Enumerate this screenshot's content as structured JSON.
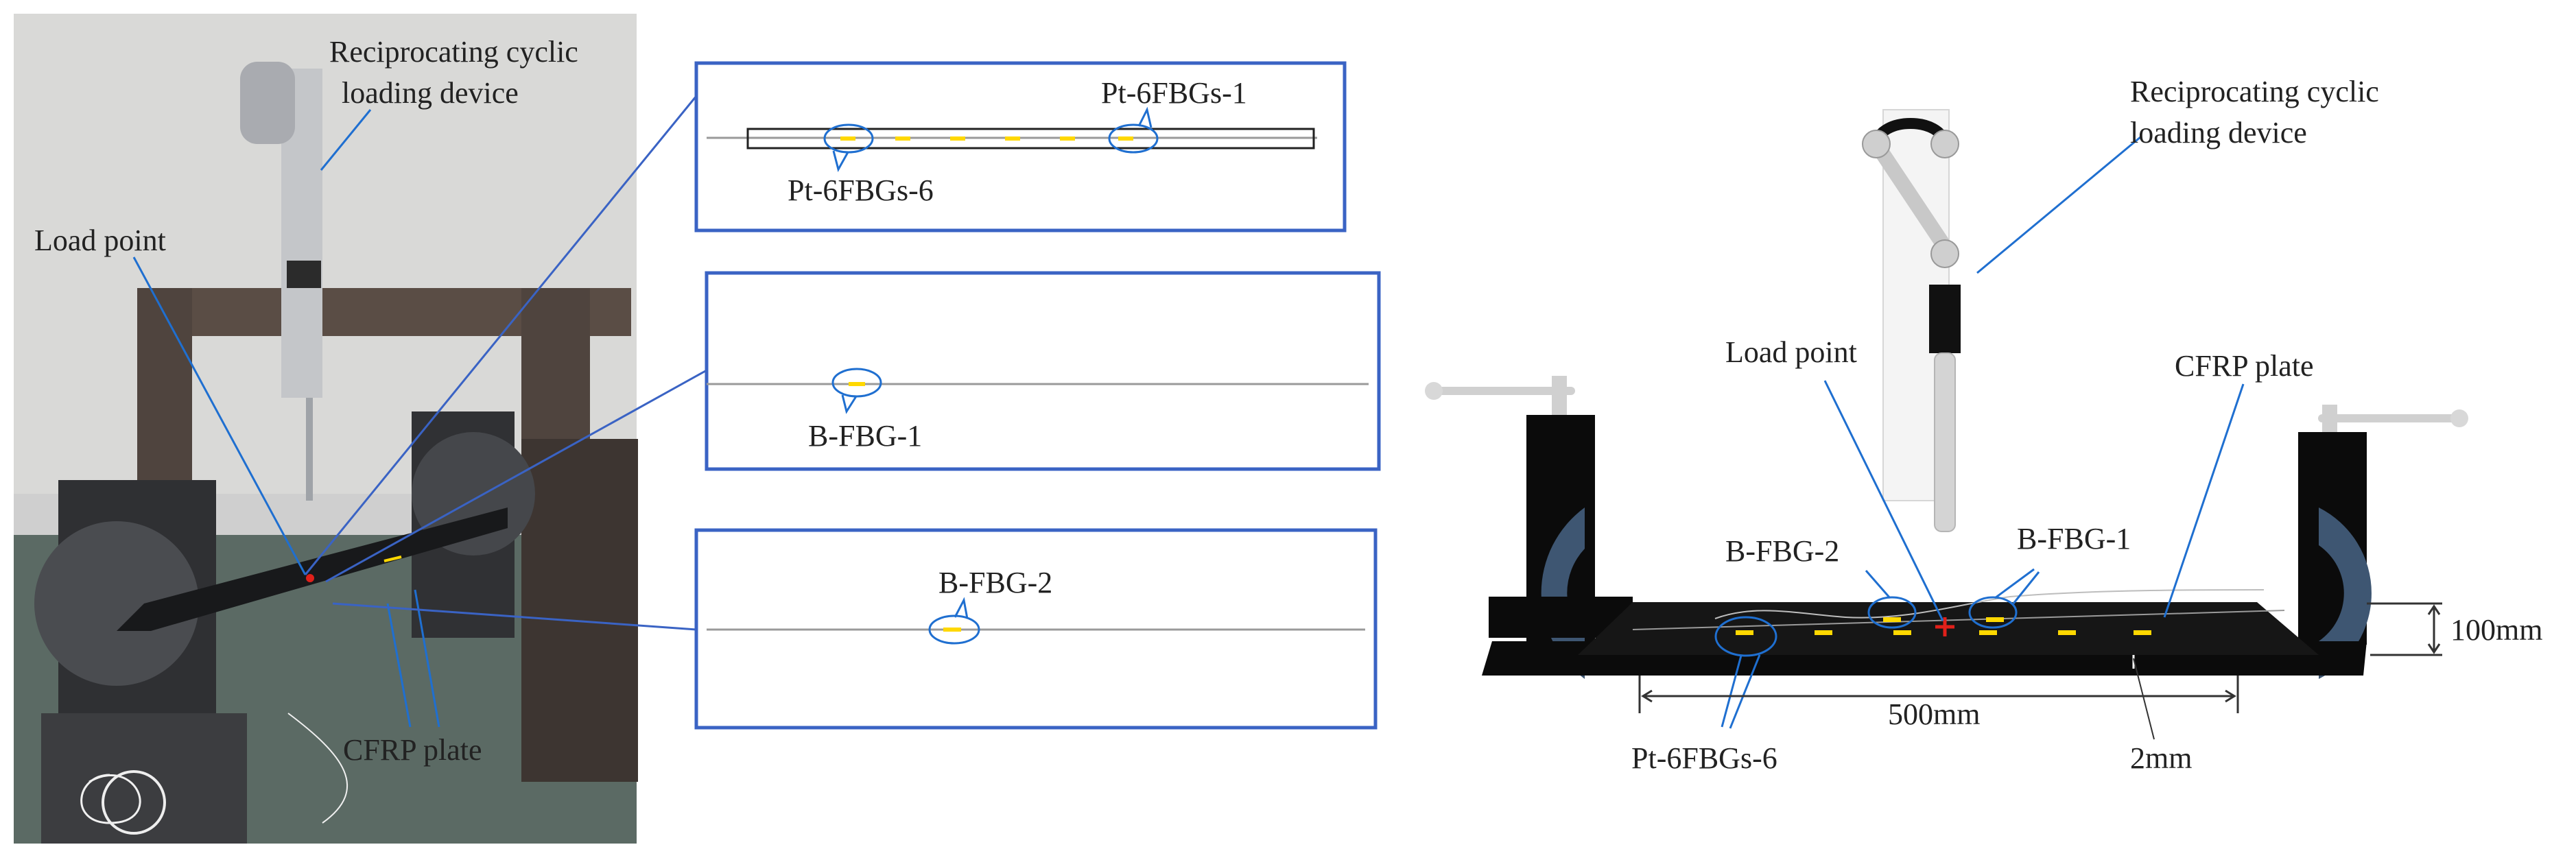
{
  "photo": {
    "device_label": [
      "Reciprocating cyclic",
      "loading device"
    ],
    "load_point_label": "Load point",
    "cfrp_label": "CFRP plate"
  },
  "insets": {
    "top": {
      "label_right": "Pt-6FBGs-1",
      "label_left": "Pt-6FBGs-6"
    },
    "middle": {
      "label": "B-FBG-1"
    },
    "bottom": {
      "label": "B-FBG-2"
    }
  },
  "schematic": {
    "device_label": [
      "Reciprocating cyclic",
      "loading device"
    ],
    "load_point_label": "Load point",
    "cfrp_label": "CFRP plate",
    "bfbg2_label": "B-FBG-2",
    "bfbg1_label": "B-FBG-1",
    "height_dim": "100mm",
    "span_dim": "500mm",
    "pt6_label": "Pt-6FBGs-6",
    "gap_dim": "2mm"
  },
  "colors": {
    "leader": "#1f6fd0",
    "frame": "#3a63c4",
    "fbg": "#ffd800",
    "load": "#e0201a",
    "clamp": "#3e5672",
    "fiber": "#9a9a9a"
  }
}
